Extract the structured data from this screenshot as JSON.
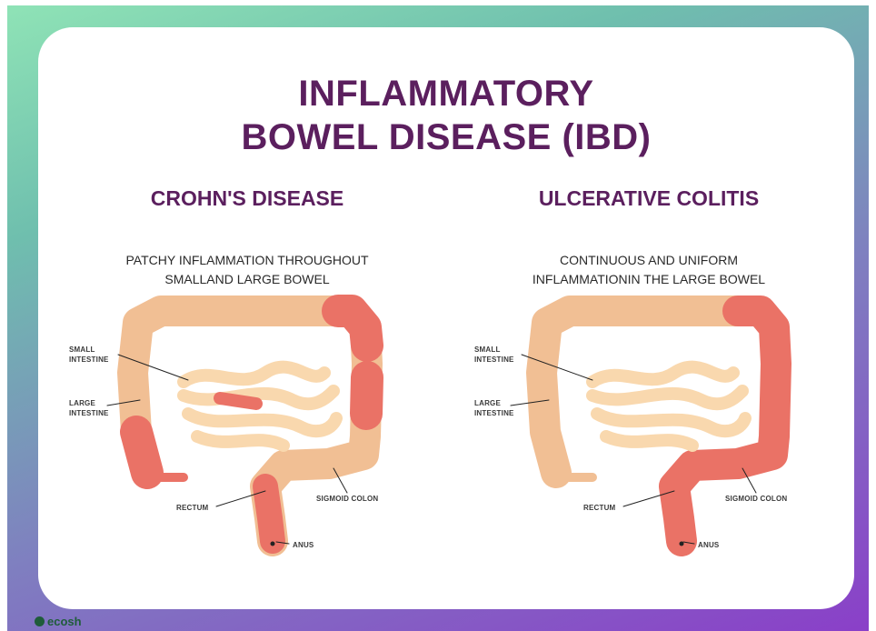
{
  "title": {
    "line1": "INFLAMMATORY",
    "line2": "BOWEL DISEASE (IBD)"
  },
  "left": {
    "heading": "CROHN'S DISEASE",
    "desc_line1": "PATCHY INFLAMMATION THROUGHOUT",
    "desc_line2": "SMALLAND LARGE BOWEL",
    "labels": {
      "small_1": "SMALL",
      "small_2": "INTESTINE",
      "large_1": "LARGE",
      "large_2": "INTESTINE",
      "rectum": "RECTUM",
      "sigmoid": "SIGMOID COLON",
      "anus": "ANUS"
    }
  },
  "right": {
    "heading": "ULCERATIVE COLITIS",
    "desc_line1": "CONTINUOUS AND UNIFORM",
    "desc_line2": "INFLAMMATIONIN THE LARGE BOWEL",
    "labels": {
      "small_1": "SMALL",
      "small_2": "INTESTINE",
      "large_1": "LARGE",
      "large_2": "INTESTINE",
      "rectum": "RECTUM",
      "sigmoid": "SIGMOID COLON",
      "anus": "ANUS"
    }
  },
  "brand": {
    "logo_text": "ecosh"
  },
  "colors": {
    "healthy": "#f1bf94",
    "inflamed": "#ea7266",
    "small_intestine": "#f9d8ae",
    "title": "#5b1f5e"
  }
}
